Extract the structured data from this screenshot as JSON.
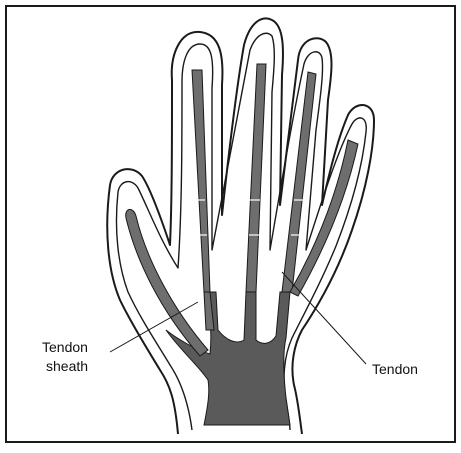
{
  "labels": {
    "tendon_sheath_line1": "Tendon",
    "tendon_sheath_line2": "sheath",
    "tendon": "Tendon"
  },
  "colors": {
    "ink": "#1a1a1a",
    "tendon_fill": "#6e6e6e",
    "palm_fill": "#5a5a5a",
    "background": "#ffffff"
  }
}
